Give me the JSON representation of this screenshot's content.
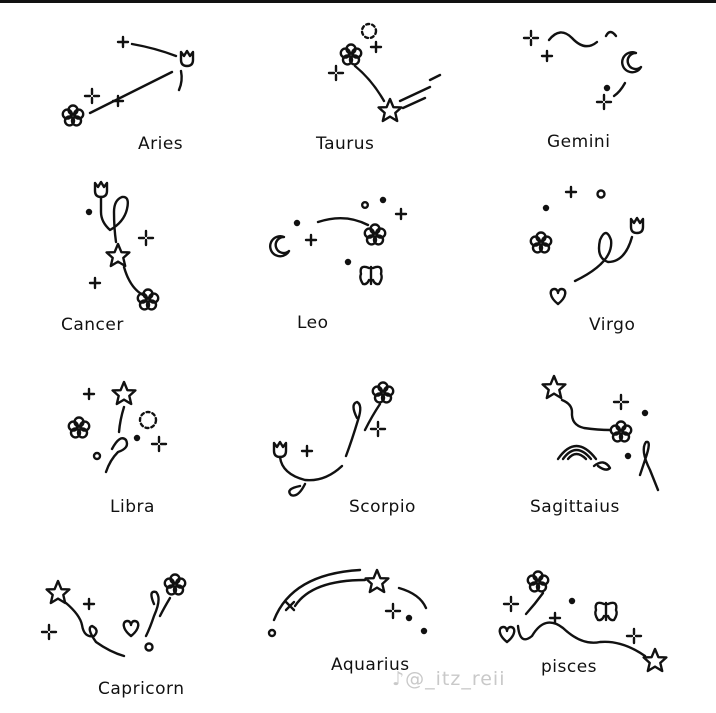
{
  "signs": [
    {
      "name": "Aries"
    },
    {
      "name": "Taurus"
    },
    {
      "name": "Gemini"
    },
    {
      "name": "Cancer"
    },
    {
      "name": "Leo"
    },
    {
      "name": "Virgo"
    },
    {
      "name": "Libra"
    },
    {
      "name": "Scorpio"
    },
    {
      "name": "Sagittaius"
    },
    {
      "name": "Capricorn"
    },
    {
      "name": "Aquarius"
    },
    {
      "name": "pisces"
    }
  ],
  "watermark": "♪@_itz_reii"
}
